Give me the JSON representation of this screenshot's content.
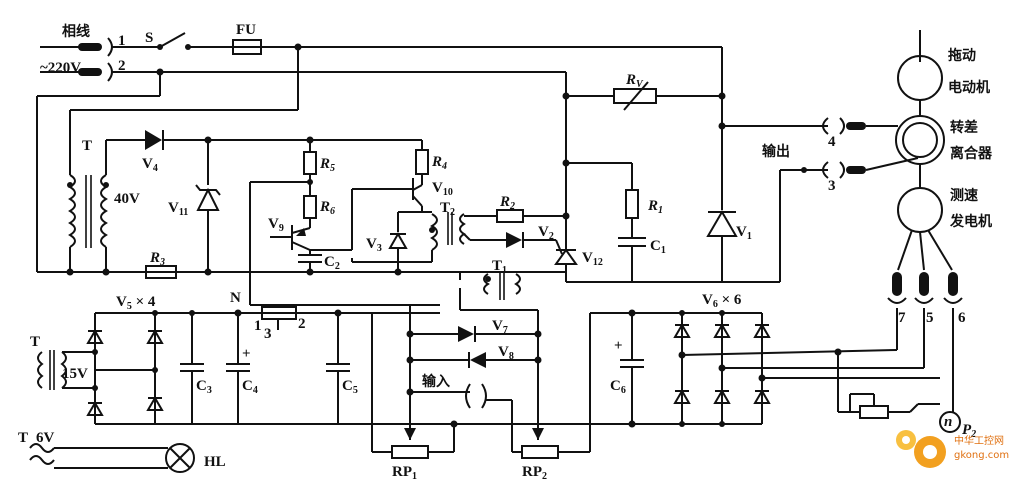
{
  "terminals": {
    "phase_line": "相线",
    "mains": "~220V",
    "term1": "1",
    "term2": "2",
    "switch": "S",
    "fuse": "FU"
  },
  "machines": {
    "motor_line1": "拖动",
    "motor_line2": "电动机",
    "clutch_line1": "转差",
    "clutch_line2": "离合器",
    "tacho_line1": "测速",
    "tacho_line2": "发电机"
  },
  "output": {
    "label": "输出",
    "term4": "4",
    "term3": "3"
  },
  "upper": {
    "T": "T",
    "v40": "40V",
    "V4": "V",
    "V4_sub": "4",
    "V11": "V",
    "V11_sub": "11",
    "R3": "R",
    "R3_sub": "3",
    "R5": "R",
    "R5_sub": "5",
    "R6": "R",
    "R6_sub": "6",
    "R4": "R",
    "R4_sub": "4",
    "V10": "V",
    "V10_sub": "10",
    "V9": "V",
    "V9_sub": "9",
    "C2": "C",
    "C2_sub": "2",
    "V3": "V",
    "V3_sub": "3",
    "T2": "T",
    "T2_sub": "2",
    "R2": "R",
    "R2_sub": "2",
    "V2": "V",
    "V2_sub": "2",
    "V12": "V",
    "V12_sub": "12",
    "RV": "R",
    "RV_sub": "V",
    "R1": "R",
    "R1_sub": "1",
    "C1": "C",
    "C1_sub": "1",
    "V1": "V",
    "V1_sub": "1",
    "T1": "T",
    "T1_sub": "1"
  },
  "lower": {
    "T": "T",
    "v15": "15V",
    "V5": "V",
    "V5_sub": "5",
    "V5_mult": " × 4",
    "N": "N",
    "pot_1": "1",
    "pot_2": "2",
    "pot_3": "3",
    "C3": "C",
    "C3_sub": "3",
    "C4": "C",
    "C4_sub": "4",
    "C5": "C",
    "C5_sub": "5",
    "V7": "V",
    "V7_sub": "7",
    "V8": "V",
    "V8_sub": "8",
    "input": "输入",
    "RP1": "RP",
    "RP1_sub": "1",
    "RP2": "RP",
    "RP2_sub": "2",
    "V6": "V",
    "V6_sub": "6",
    "V6_mult": " × 6",
    "C6": "C",
    "C6_sub": "6",
    "plus": "+",
    "term7": "7",
    "term5": "5",
    "term6": "6",
    "lamp_T": "T",
    "lamp_v": "6V",
    "HL": "HL",
    "np": "n",
    "np2": "P",
    "np2_sub": "2"
  },
  "watermark": {
    "line1": "中华工控网",
    "line2": "gkong.com"
  }
}
